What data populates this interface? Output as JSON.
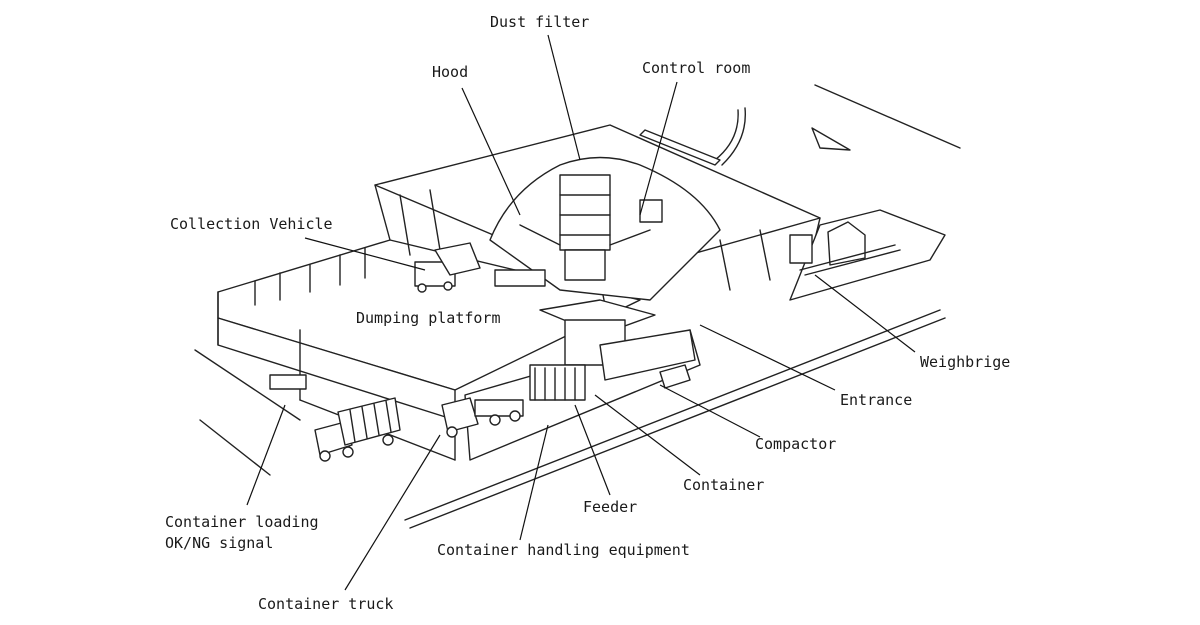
{
  "diagram": {
    "labels": {
      "dust_filter": "Dust filter",
      "hood": "Hood",
      "control_room": "Control room",
      "collection_vehicle": "Collection Vehicle",
      "dumping_platform": "Dumping platform",
      "weighbridge": "Weighbrige",
      "entrance": "Entrance",
      "compactor": "Compactor",
      "container": "Container",
      "feeder": "Feeder",
      "container_handling": "Container handling equipment",
      "container_loading_line1": "Container loading",
      "container_loading_line2": "OK/NG signal",
      "container_truck": "Container truck"
    },
    "colors": {
      "line": "#222222",
      "background": "#ffffff"
    }
  }
}
